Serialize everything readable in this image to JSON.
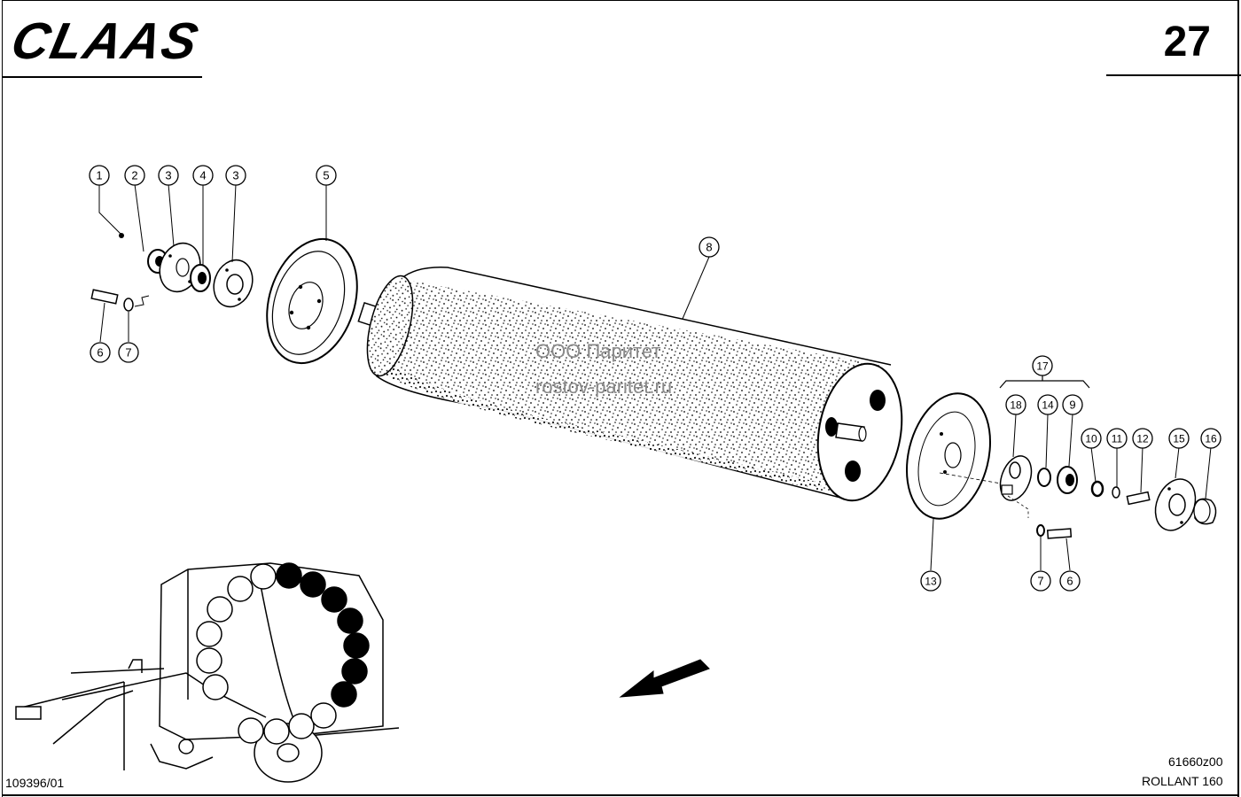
{
  "header": {
    "brand": "CLAAS",
    "page_number": "27"
  },
  "footer": {
    "doc_code": "109396/01",
    "drawing_code": "61660z00",
    "model": "ROLLANT 160"
  },
  "watermark": {
    "line1": "ООО Паритет",
    "line2": "rostov-paritet.ru"
  },
  "callouts": [
    {
      "id": "c1",
      "label": "1"
    },
    {
      "id": "c2",
      "label": "2"
    },
    {
      "id": "c3a",
      "label": "3"
    },
    {
      "id": "c4",
      "label": "4"
    },
    {
      "id": "c3b",
      "label": "3"
    },
    {
      "id": "c5",
      "label": "5"
    },
    {
      "id": "c6a",
      "label": "6"
    },
    {
      "id": "c7a",
      "label": "7"
    },
    {
      "id": "c8",
      "label": "8"
    },
    {
      "id": "c17",
      "label": "17"
    },
    {
      "id": "c18",
      "label": "18"
    },
    {
      "id": "c14",
      "label": "14"
    },
    {
      "id": "c9",
      "label": "9"
    },
    {
      "id": "c10",
      "label": "10"
    },
    {
      "id": "c11",
      "label": "11"
    },
    {
      "id": "c12",
      "label": "12"
    },
    {
      "id": "c15",
      "label": "15"
    },
    {
      "id": "c16",
      "label": "16"
    },
    {
      "id": "c13",
      "label": "13"
    },
    {
      "id": "c7b",
      "label": "7"
    },
    {
      "id": "c6b",
      "label": "6"
    }
  ]
}
